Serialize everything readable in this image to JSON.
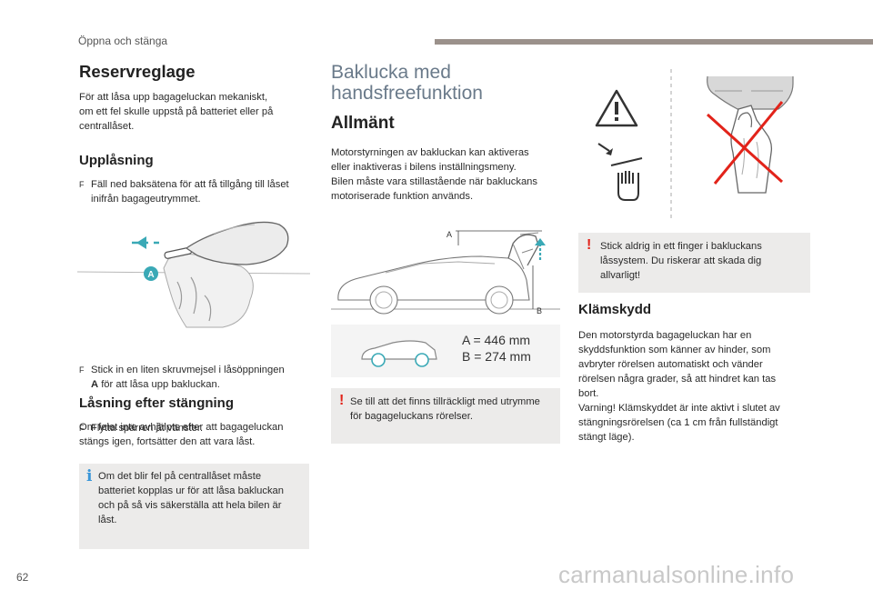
{
  "header": {
    "section": "Öppna och stänga"
  },
  "page_number": "62",
  "watermark": "carmanualsonline.info",
  "col1": {
    "title": "Reservreglage",
    "intro": [
      "För att låsa upp bagageluckan mekaniskt,",
      "om ett fel skulle uppstå på batteriet eller på",
      "centrallåset."
    ],
    "unlock": {
      "heading": "Upplåsning",
      "step1": [
        "Fäll ned baksätena för att få tillgång till låset",
        "inifrån bagageutrymmet."
      ],
      "step2": [
        "Stick in en liten skruvmejsel i låsöppningen",
        " för att låsa upp bakluckan."
      ],
      "step2_bold": "A",
      "step3": "Flytta spärren åt vänster.",
      "figure_label": "A"
    },
    "lock": {
      "heading": "Låsning efter stängning",
      "text": [
        "Om felet inte avhjälpts efter att bagageluckan",
        "stängs igen, fortsätter den att vara låst."
      ],
      "info": [
        "Om det blir fel på centrallåset måste",
        "batteriet kopplas ur för att låsa bakluckan",
        "och på så vis säkerställa att hela bilen är",
        "låst."
      ]
    }
  },
  "col2": {
    "title": [
      "Baklucka med",
      "handsfreefunktion"
    ],
    "general": {
      "heading": "Allmänt",
      "text": [
        "Motorstyrningen av bakluckan kan aktiveras",
        "eller inaktiveras i bilens inställningsmeny.",
        "Bilen måste vara stillastående när bakluckans",
        "motoriserade funktion används."
      ]
    },
    "figure": {
      "label_a": "A",
      "label_b": "B",
      "dim_a": "A = 446 mm",
      "dim_b": "B = 274 mm"
    },
    "warning": [
      "Se till att det finns tillräckligt med utrymme",
      "för bagageluckans rörelser."
    ]
  },
  "col3": {
    "warning": [
      "Stick aldrig in ett finger i bakluckans",
      "låssystem. Du riskerar att skada dig",
      "allvarligt!"
    ],
    "pinch": {
      "heading": "Klämskydd",
      "text": [
        "Den motorstyrda bagageluckan har en",
        "skyddsfunktion som känner av hinder, som",
        "avbryter rörelsen automatiskt och vänder",
        "rörelsen några grader, så att hindret kan tas",
        "bort.",
        "Varning! Klämskyddet är inte aktivt i slutet av",
        "stängningsrörelsen (ca 1 cm från fullständigt",
        "stängt läge)."
      ]
    }
  },
  "bullet_marker": "F",
  "warning_marker": "!",
  "info_marker": "i",
  "colors": {
    "accent_teal": "#3aa9b6",
    "warning_red": "#e2231a",
    "info_blue": "#3a96d8",
    "box_bg": "#ecebea",
    "header_bar": "#9b918b"
  },
  "icons": [
    "screwdriver-illustration",
    "warning-triangle-icon",
    "hand-pinch-icon",
    "no-finger-illustration",
    "tailgate-dimension-diagram"
  ]
}
